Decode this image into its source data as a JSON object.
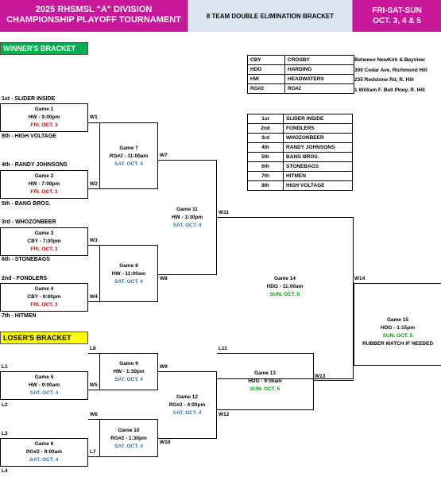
{
  "header": {
    "title_line1": "2025 RHSMSL \"A\" DIVISION",
    "title_line2": "CHAMPIONSHIP PLAYOFF TOURNAMENT",
    "bracket_type": "8 TEAM DOUBLE ELIMINATION BRACKET",
    "dates_line1": "FRI-SAT-SUN",
    "dates_line2": "OCT. 3, 4 & 5"
  },
  "winners_bracket_label": "WINNER'S BRACKET",
  "losers_bracket_label": "LOSER'S BRACKET",
  "fields": [
    {
      "code": "CBY",
      "name": "CROSBY",
      "address": "Between NewKirk & Bayview"
    },
    {
      "code": "HDG",
      "name": "HARDING",
      "address": "300 Cedar Ave, Richmond Hill"
    },
    {
      "code": "HW",
      "name": "HEADWATERS",
      "address": "235 Redstone Rd, R. Hill"
    },
    {
      "code": "RG#2",
      "name": "RG#2",
      "address": "1 William F. Bell Pkwy, R. Hill"
    }
  ],
  "standings": [
    {
      "place": "1st",
      "team": "SLIDER INSIDE"
    },
    {
      "place": "2nd",
      "team": "FONDLERS"
    },
    {
      "place": "3rd",
      "team": "WHOZONBEER"
    },
    {
      "place": "4th",
      "team": "RANDY JOHNSONS"
    },
    {
      "place": "5th",
      "team": "BANG BROS."
    },
    {
      "place": "6th",
      "team": "STONEBAGS"
    },
    {
      "place": "7th",
      "team": "HITMEN"
    },
    {
      "place": "8th",
      "team": "HIGH VOLTAGE"
    }
  ],
  "seeds": {
    "s1": "1st - SLIDER INSIDE",
    "s8": "8th - HIGH VOLTAGE",
    "s4": "4th - RANDY JOHNSONS",
    "s5": "5th - BANG BROS.",
    "s3": "3rd - WHOZONBEER",
    "s6": "6th - STONEBAGS",
    "s2": "2nd - FONDLERS",
    "s7": "7th - HITMEN"
  },
  "games": {
    "g1": {
      "name": "Game 1",
      "time": "HW - 9:00pm",
      "date": "FRI. OCT. 3"
    },
    "g2": {
      "name": "Game 2",
      "time": "HW - 7:00pm",
      "date": "FRI. OCT. 3"
    },
    "g3": {
      "name": "Game 3",
      "time": "CBY - 7:00pm",
      "date": "FRI. OCT. 3"
    },
    "g4": {
      "name": "Game 4",
      "time": "CBY - 9:00pm",
      "date": "FRI. OCT. 3"
    },
    "g5": {
      "name": "Game 5",
      "time": "HW - 9:00am",
      "date": "SAT. OCT. 4"
    },
    "g6": {
      "name": "Game 6",
      "time": "RG#2 - 9:00am",
      "date": "SAT. OCT. 4"
    },
    "g7": {
      "name": "Game 7",
      "time": "RG#2 - 11:00am",
      "date": "SAT. OCT. 4"
    },
    "g8": {
      "name": "Game 8",
      "time": "HW - 11:00am",
      "date": "SAT. OCT. 4"
    },
    "g9": {
      "name": "Game 9",
      "time": "HW - 1:30pm",
      "date": "SAT. OCT. 4"
    },
    "g10": {
      "name": "Game 10",
      "time": "RG#2 - 1:30pm",
      "date": "SAT. OCT. 4"
    },
    "g11": {
      "name": "Game 11",
      "time": "HW -  3:30pm",
      "date": "SAT. OCT. 4"
    },
    "g12": {
      "name": "Game 12",
      "time": "RG#2 - 4:00pm",
      "date": "SAT. OCT. 4"
    },
    "g13": {
      "name": "Game 13",
      "time": "HDG - 9:00am",
      "date": "SUN. OCT. 5"
    },
    "g14": {
      "name": "Game 14",
      "time": "HDG - 11:00am",
      "date": "SUN. OCT. 5"
    },
    "g15": {
      "name": "Game 15",
      "time": "HDG - 1:15pm",
      "date": "SUN. OCT. 5",
      "note": "RUBBER MATCH IF NEEDED"
    }
  },
  "labels": {
    "w1": "W1",
    "w2": "W2",
    "w3": "W3",
    "w4": "W4",
    "w5": "W5",
    "w6": "W6",
    "w7": "W7",
    "w8": "W8",
    "w9": "W9",
    "w10": "W10",
    "w11": "W11",
    "w12": "W12",
    "w13": "W13",
    "w14": "W14",
    "l1": "L1",
    "l2": "L2",
    "l3": "L3",
    "l4": "L4",
    "l6": "W6",
    "l7": "L7",
    "l8": "L8",
    "l11": "L11"
  },
  "colors": {
    "magenta": "#c8179a",
    "green": "#00b050",
    "yellow": "#ffff00",
    "red": "#e00000",
    "blue": "#2e75b6",
    "darkgreen": "#00a000"
  }
}
